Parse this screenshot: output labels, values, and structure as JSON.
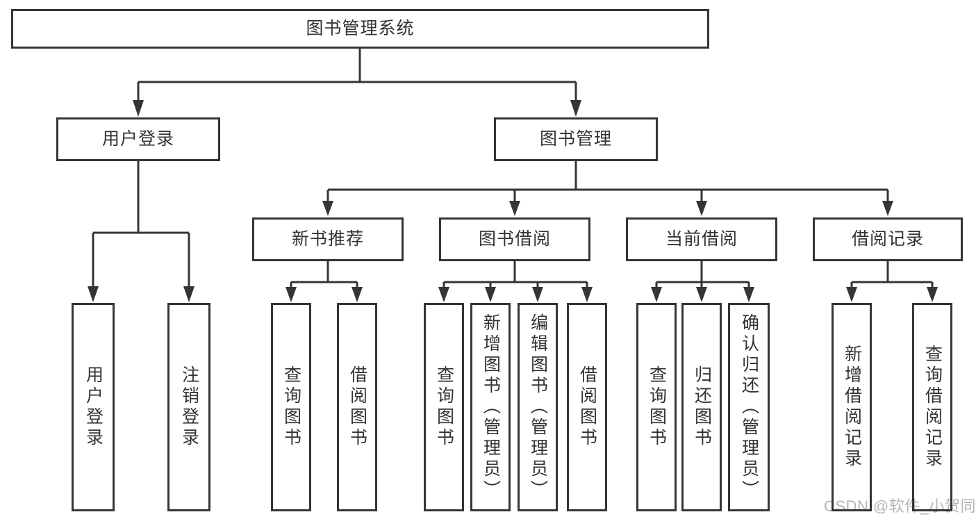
{
  "diagram": {
    "type": "tree",
    "nodes": {
      "root": "图书管理系统",
      "userLogin": "用户登录",
      "bookManagement": "图书管理",
      "newBookRecommend": "新书推荐",
      "bookBorrow": "图书借阅",
      "currentBorrow": "当前借阅",
      "borrowRecords": "借阅记录",
      "userLoginLeaf": "用户登录",
      "logoutLeaf": "注销登录",
      "queryBooks1": "查询图书",
      "borrowBooks1": "借阅图书",
      "queryBooks2": "查询图书",
      "addBooks": "新增图书（管理员）",
      "editBooks": "编辑图书（管理员）",
      "borrowBooks2": "借阅图书",
      "queryBooks3": "查询图书",
      "returnBooks": "归还图书",
      "confirmReturn": "确认归还（管理员）",
      "addBorrowRecord": "新增借阅记录",
      "queryBorrowRecord": "查询借阅记录"
    },
    "edges": [
      [
        "图书管理系统",
        "用户登录"
      ],
      [
        "图书管理系统",
        "图书管理"
      ],
      [
        "用户登录",
        "用户登录"
      ],
      [
        "用户登录",
        "注销登录"
      ],
      [
        "图书管理",
        "新书推荐"
      ],
      [
        "图书管理",
        "图书借阅"
      ],
      [
        "图书管理",
        "当前借阅"
      ],
      [
        "图书管理",
        "借阅记录"
      ],
      [
        "新书推荐",
        "查询图书"
      ],
      [
        "新书推荐",
        "借阅图书"
      ],
      [
        "图书借阅",
        "查询图书"
      ],
      [
        "图书借阅",
        "新增图书（管理员）"
      ],
      [
        "图书借阅",
        "编辑图书（管理员）"
      ],
      [
        "图书借阅",
        "借阅图书"
      ],
      [
        "当前借阅",
        "查询图书"
      ],
      [
        "当前借阅",
        "归还图书"
      ],
      [
        "当前借阅",
        "确认归还（管理员）"
      ],
      [
        "借阅记录",
        "新增借阅记录"
      ],
      [
        "借阅记录",
        "查询借阅记录"
      ]
    ],
    "colors": {
      "line": "#353535",
      "text": "#333333",
      "background": "#ffffff",
      "watermark_color": "#b5b5b5"
    }
  },
  "watermark": "CSDN @软件_小贺同学"
}
